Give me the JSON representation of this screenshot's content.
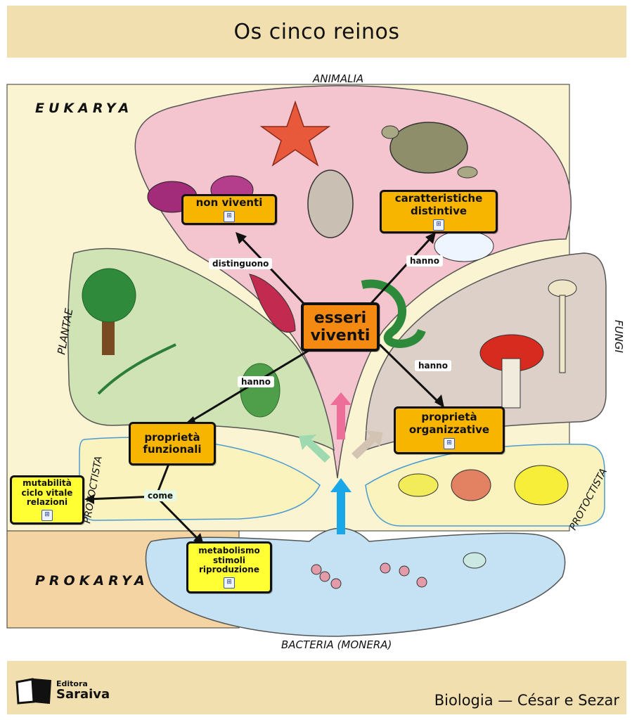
{
  "header": {
    "title": "Os cinco reinos"
  },
  "domains": {
    "eukarya": "EUKARYA",
    "prokarya": "PROKARYA"
  },
  "kingdoms": {
    "animalia": "ANIMALIA",
    "plantae": "PLANTAE",
    "fungi": "FUNGI",
    "protoctista_left": "PROTOCTISTA",
    "protoctista_right": "PROTOCTISTA",
    "bacteria": "BACTERIA (MONERA)"
  },
  "concept_map": {
    "central": "esseri\nviventi",
    "nodes": {
      "non_viventi": "non viventi",
      "caratteristiche": "caratteristiche\ndistintive",
      "funzionali": "proprietà\nfunzionali",
      "organizzative": "proprietà\norganizzative",
      "mutabilita": "mutabilità\nciclo vitale\nrelazioni",
      "metabolismo": "metabolismo\nstimoli\nriproduzione"
    },
    "links": {
      "distinguono": "distinguono",
      "hanno_top": "hanno",
      "hanno_left": "hanno",
      "hanno_right": "hanno",
      "come": "come"
    }
  },
  "footer": {
    "publisher_small": "Editora",
    "publisher_big": "Saraiva",
    "credit": "Biologia — César e Sezar"
  },
  "colors": {
    "header_bg": "#f2dfb0",
    "animalia": "#f5c5cf",
    "plantae": "#cfe3b4",
    "fungi": "#ddd0c8",
    "protoctista": "#fbf3bd",
    "bacteria": "#c4e2f4",
    "node_orange": "#f7b500",
    "node_central": "#f58a13",
    "node_yellow": "#ffff33"
  },
  "icons": [
    "starfish-icon",
    "turtle-icon",
    "butterfly-icon",
    "beetle-icon",
    "bird-icon",
    "squid-icon",
    "snake-icon",
    "tree-icon",
    "fern-icon",
    "cactus-icon",
    "mushroom-icon",
    "amoeba-icon",
    "bacteria-icon",
    "map-icon",
    "book-logo-icon"
  ]
}
